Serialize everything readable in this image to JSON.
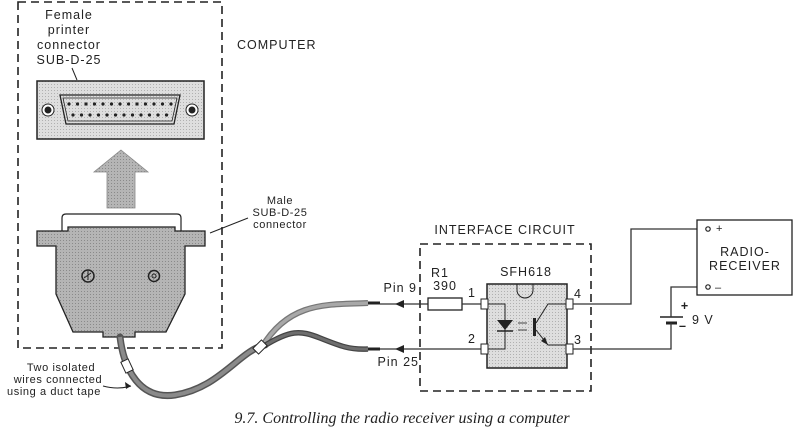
{
  "diagram": {
    "computer_box": {
      "title": "COMPUTER",
      "female_connector_label": [
        "Female",
        "printer",
        "connector",
        "SUB-D-25"
      ]
    },
    "male_connector_label": [
      "Male",
      "SUB-D-25",
      "connector"
    ],
    "cable_note": [
      "Two isolated",
      "wires connected",
      "using a duct tape"
    ],
    "interface_circuit": {
      "title": "INTERFACE CIRCUIT",
      "resistor": {
        "name": "R1",
        "value": "390"
      },
      "optocoupler": "SFH618",
      "pins": [
        "1",
        "2",
        "3",
        "4"
      ],
      "input_labels": {
        "pin9": "Pin 9",
        "pin25": "Pin 25"
      }
    },
    "radio_receiver": {
      "label": [
        "RADIO-",
        "RECEIVER"
      ],
      "plus": "+",
      "minus": "–"
    },
    "battery": {
      "voltage": "9 V",
      "plus": "+",
      "minus": "–"
    },
    "caption": "9.7.  Controlling the radio receiver using a computer"
  },
  "colors": {
    "line": "#222222",
    "fill_gray": "#a9a9a9",
    "fill_light": "#d9d9d9",
    "arrow_gray": "#b3b3b3"
  }
}
